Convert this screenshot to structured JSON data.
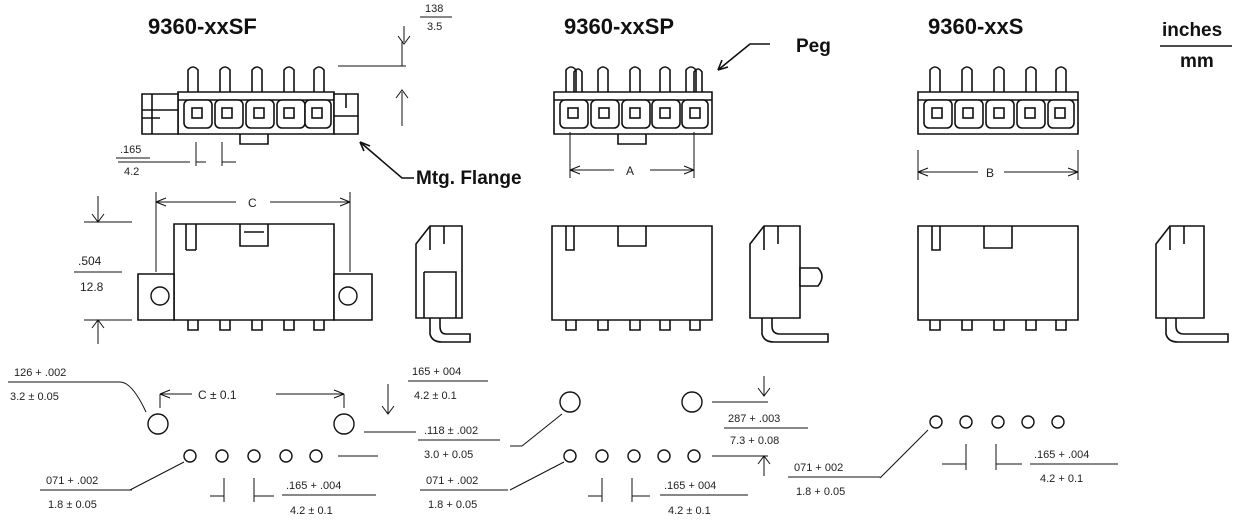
{
  "titles": {
    "sf": "9360-xxSF",
    "sp": "9360-xxSP",
    "s": "9360-xxS"
  },
  "units": {
    "inches": "inches",
    "mm": "mm"
  },
  "callouts": {
    "peg": "Peg",
    "mtg_flange": "Mtg. Flange"
  },
  "dims": {
    "top_height_in": "138",
    "top_height_mm": "3.5",
    "pitch_sf_in": ".165",
    "pitch_sf_mm": "4.2",
    "dim_a": "A",
    "dim_b": "B",
    "dim_c": "C",
    "height_in": ".504",
    "height_mm": "12.8",
    "flange_hole_in": "126 + .002",
    "flange_hole_mm": "3.2 ± 0.05",
    "c_tol": "C ± 0.1",
    "flange_pitch_in": "165 + 004",
    "flange_pitch_mm": "4.2 ± 0.1",
    "peg_hole_in": ".118 ± .002",
    "peg_hole_mm": "3.0 + 0.05",
    "peg_offset_in": "287 + .003",
    "peg_offset_mm": "7.3 + 0.08",
    "pin_hole_sf_in": "071 + .002",
    "pin_hole_sf_mm": "1.8 ± 0.05",
    "pin_pitch_sf_in": ".165 + .004",
    "pin_pitch_sf_mm": "4.2 ± 0.1",
    "pin_hole_sp_in": "071 + .002",
    "pin_hole_sp_mm": "1.8 + 0.05",
    "pin_pitch_sp_in": ".165 + 004",
    "pin_pitch_sp_mm": "4.2 ± 0.1",
    "pin_hole_s_in": "071 + 002",
    "pin_hole_s_mm": "1.8 + 0.05",
    "pin_pitch_s_in": ".165 + .004",
    "pin_pitch_s_mm": "4.2 + 0.1"
  }
}
